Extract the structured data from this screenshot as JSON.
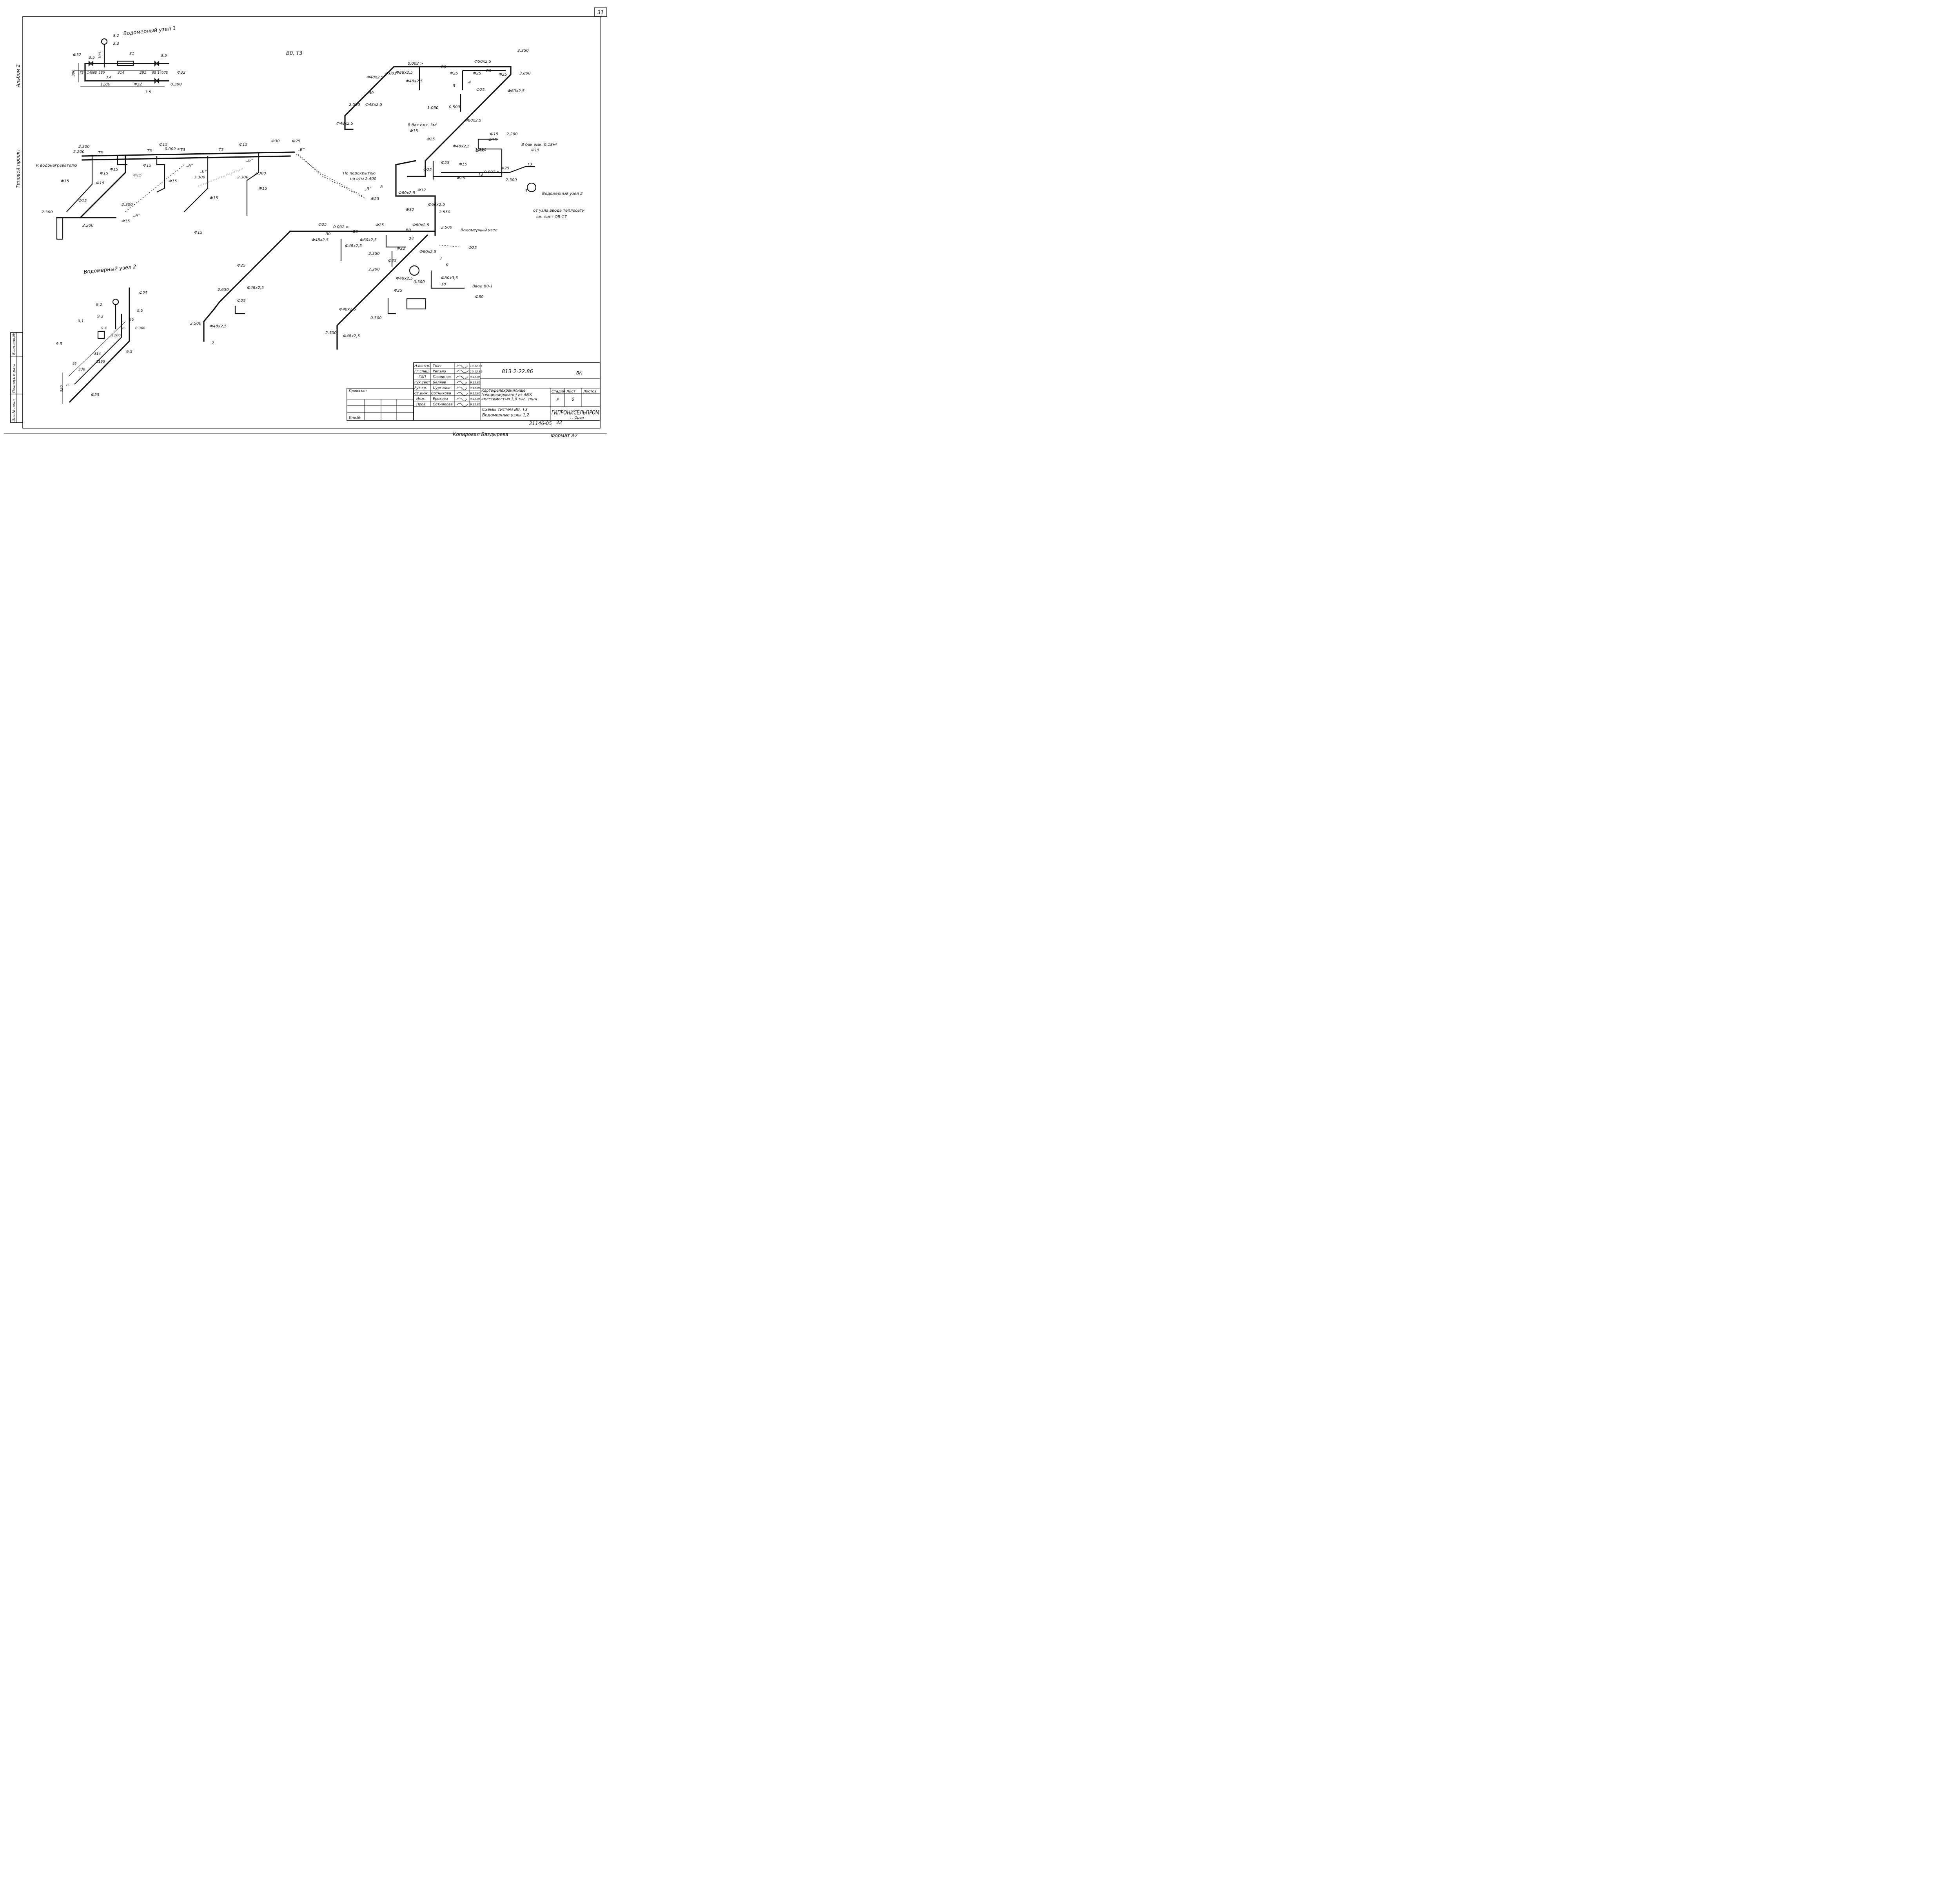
{
  "sheet": {
    "page_number": "31",
    "album_label": "Альбом 2",
    "project_label": "Типовой проект",
    "copied_by": "Копировал Баздырева",
    "format": "Формат А2",
    "inventory_number": "21146-05",
    "sheet_seq": "32"
  },
  "stamp_side": {
    "col1": "Инв.№ подл.",
    "col2": "Подпись и дата",
    "col3": "Взам.инв.№"
  },
  "node1": {
    "title": "Водомерный узел 1",
    "dims": [
      "Ф32",
      "3.5",
      "3.2",
      "3.3",
      "100",
      "31",
      "3.5",
      "390",
      "75",
      "140",
      "65",
      "150",
      "314",
      "291",
      "95",
      "140",
      "75",
      "Ф32",
      "3.4",
      "1280",
      "Ф32",
      "0.300",
      "3.5"
    ]
  },
  "node2": {
    "title": "Водомерный узел 2",
    "dims": [
      "9.2",
      "Ф25",
      "9.3",
      "9.5",
      "9.1",
      "9.4",
      "95",
      "0.300",
      "1200",
      "95",
      "314",
      "9.5",
      "9.5",
      "336",
      "1190",
      "95",
      "75",
      "350",
      "Ф25"
    ]
  },
  "main": {
    "system_title": "В0, Т3",
    "labels": [
      "3.350",
      "Ф50х2,5",
      "В0",
      "3.800",
      "0.002 >",
      "Ф25",
      "Ф25",
      "В0",
      "Ф25",
      "Ф48х2,5",
      "В0",
      "0.001 >",
      "Ф48х2,5",
      "Ф48х2,5",
      "Ф25",
      "Ф60х2,5",
      "Ф48х2,5",
      "2.500",
      "Ф48х2,5",
      "1.050",
      "0.500",
      "В бак емк. 3м³",
      "Ф15",
      "Ф60х2,5",
      "Ф15",
      "2.200",
      "В бак емк. 0,18м³",
      "Ф15",
      "Ф25",
      "Ф48х2,5",
      "Ф15",
      "1.200",
      "Ф15",
      "Ф15",
      "Ф25",
      "Ф25",
      "Т3",
      "0.002 >",
      "Ф25",
      "Т3",
      "2.300",
      "Ф25",
      "По перекрытию",
      "на отм 2.400",
      "„В“",
      "Водомерный узел 2",
      "от узла ввода теплосети",
      "см. лист ОВ-17",
      "Ф32",
      "Ф60х2,5",
      "Ф25",
      "Ф60х2,5",
      "Ф32",
      "2.550",
      "Ф60х2,5",
      "2.500",
      "Водомерный узел",
      "Ф25",
      "В0",
      "Ф25",
      "0.002 >",
      "Ф25",
      "В0",
      "Ф48х2,5",
      "В0",
      "Ф60х2,5",
      "Ф48х2,5",
      "2.350",
      "Ф32",
      "Ф25",
      "Ф60х2,5",
      "2.200",
      "Ф48х2,5",
      "0.300",
      "Ф80х3,5",
      "Ввод В0-1",
      "Ф80",
      "Ф25",
      "Ф48х2,5",
      "2.650",
      "Ф25",
      "Ф48х2,5",
      "2.500",
      "Ф48х2,5",
      "0.500",
      "Ф25",
      "2.500",
      "Ф48х2,5",
      "2.300",
      "2.200",
      "Т3",
      "Т3",
      "Т3",
      "Т3",
      "0.002 >",
      "Ф15",
      "Ф15",
      "Ф30",
      "Ф25",
      "„В“",
      "К водонагревателю",
      "Ф15",
      "Ф15",
      "Ф15",
      "Ф15",
      "Ф15",
      "Ф15",
      "Ф15",
      "2.300",
      "2.200",
      "Ф15",
      "„А“",
      "„А“",
      "„Б“",
      "„Б“",
      "3.300",
      "2.300",
      "2.300",
      "2.300",
      "Ф15",
      "Ф15",
      "Ф15",
      "Ф15",
      "1",
      "2",
      "4",
      "5",
      "6",
      "7",
      "8",
      "18",
      "24"
    ]
  },
  "titleblock": {
    "doc_code": "813-2-22.86",
    "section": "ВК",
    "roles": [
      "Н.контр.",
      "Гл.спец.",
      "ГИП",
      "Рук.сект.",
      "Рук.гр.",
      "Ст.инж.",
      "Инж.",
      "Пров."
    ],
    "names": [
      "Ткач",
      "Репало",
      "Павлинов",
      "Беляев",
      "Цурганов",
      "Сотникова",
      "Ерохова",
      "Сотникова"
    ],
    "dates": [
      "10.12.85",
      "10.12.85",
      "9.12.85",
      "9.12.85",
      "9.12.85",
      "9.12.85",
      "9.12.85",
      "9.12.85"
    ],
    "attached": "Привязан",
    "inv": "Инв.№",
    "object": "Картофелехранилище (секционированн) из АМК вместимостью 3,0 тыс. тонн",
    "drawing": "Схемы систем В0, Т3  Водомерные узлы 1,2",
    "stage_h": "Стадия",
    "sheet_h": "Лист",
    "sheets_h": "Листов",
    "stage": "Р",
    "sheet": "6",
    "org": "ГИПРОНИСЕЛЬПРОМ",
    "city": "г. Орел"
  }
}
